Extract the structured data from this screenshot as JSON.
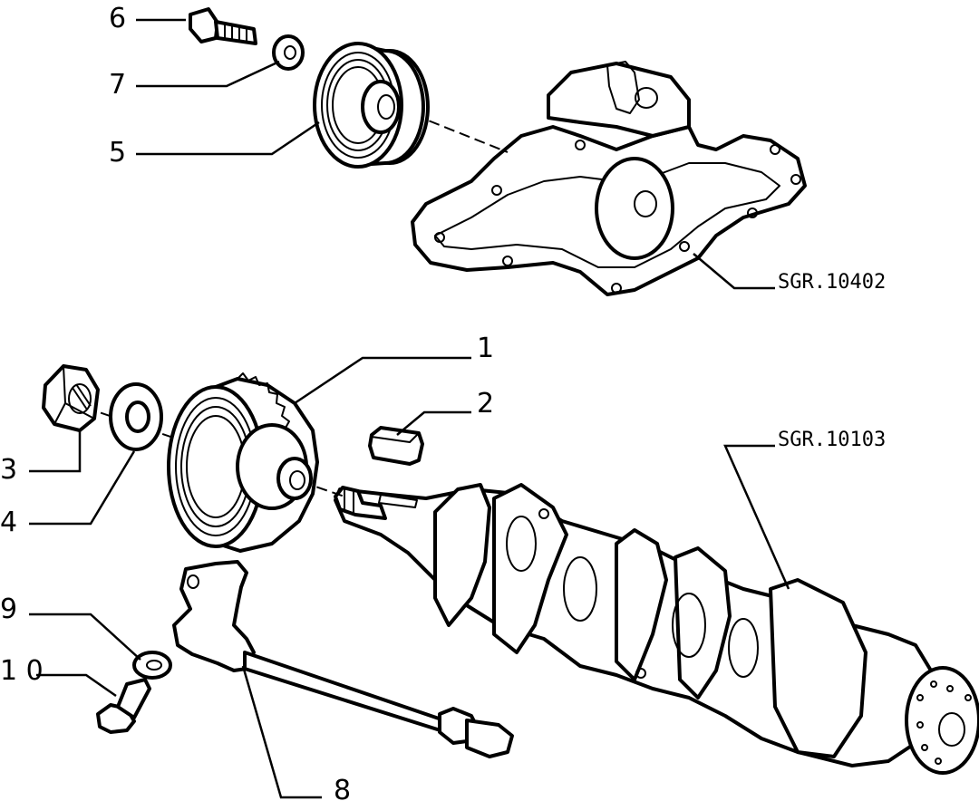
{
  "labels": {
    "l1": "1",
    "l2": "2",
    "l3": "3",
    "l4": "4",
    "l5": "5",
    "l6": "6",
    "l7": "7",
    "l8": "8",
    "l9": "9",
    "l10": "1 0"
  },
  "references": {
    "water_pump": "SGR.10402",
    "crankshaft": "SGR.10103"
  }
}
